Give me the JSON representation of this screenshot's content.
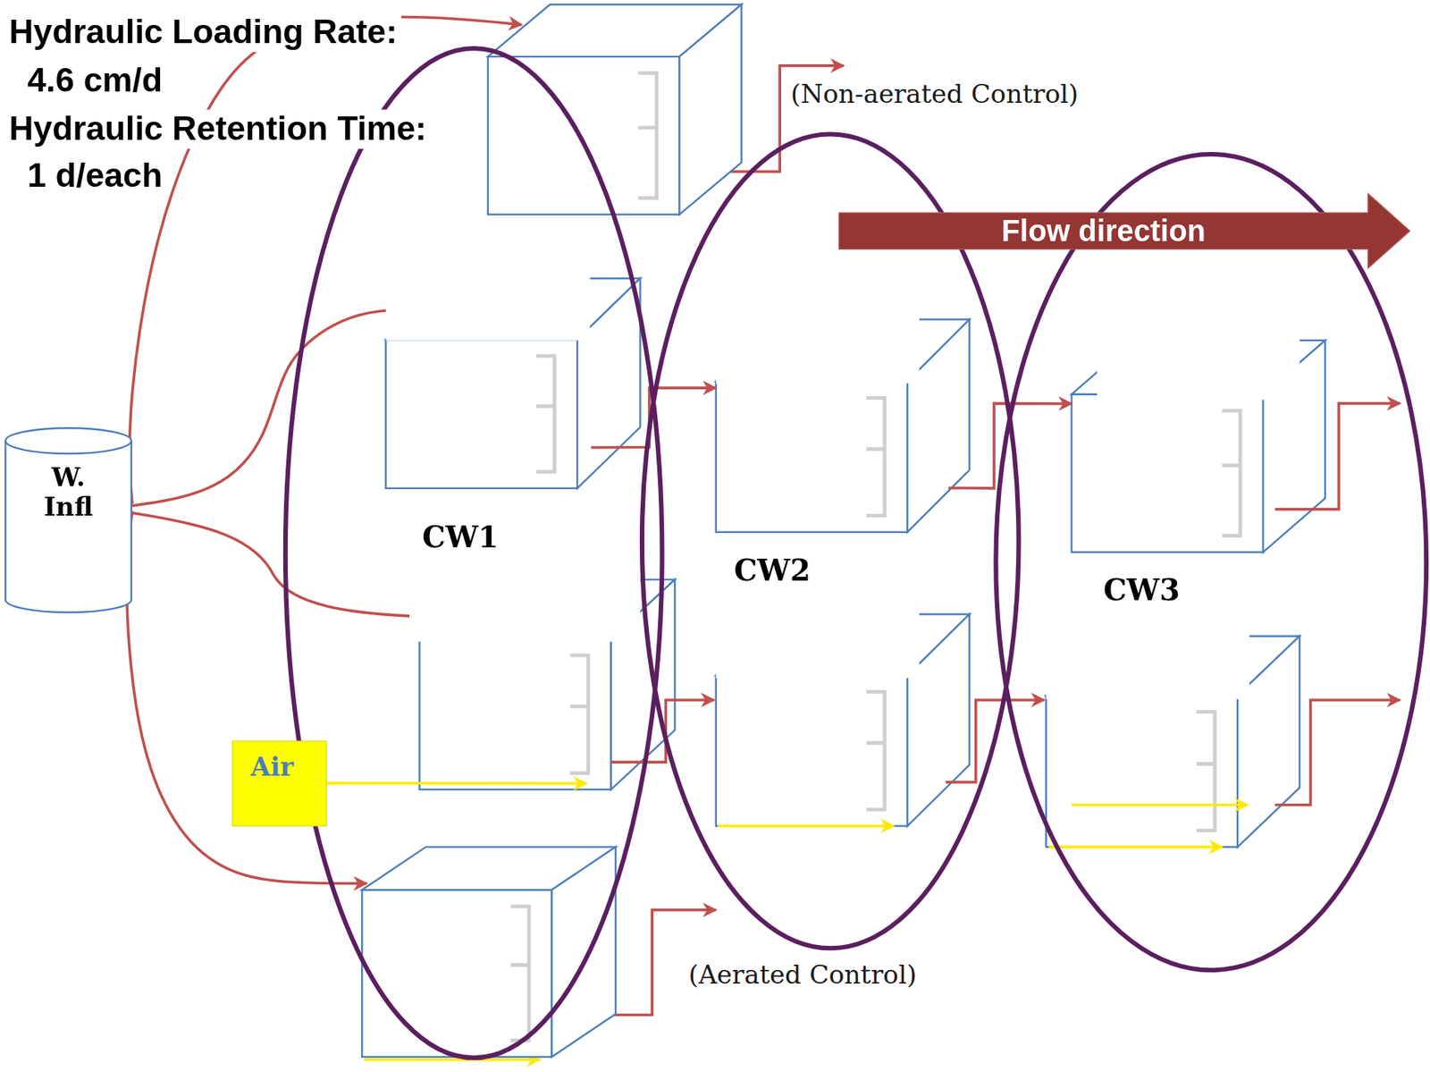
{
  "diagram": {
    "nodes": [
      {
        "text": [
          "W. Infl"
        ]
      },
      {
        "text": [
          "(Non-aerated Control)"
        ]
      },
      {
        "text": [
          "CW1"
        ]
      },
      {
        "text": [
          "Air"
        ]
      },
      {
        "text": [
          "CW2"
        ]
      },
      {
        "text": [
          "CW3"
        ]
      },
      {
        "text": [
          "(Aerated Control)"
        ]
      },
      {
        "text": [
          "Flow direction"
        ]
      }
    ],
    "edges": [
      {
        "from": 0,
        "to": 1,
        "arrow": "to"
      },
      {
        "from": 0,
        "to": 2,
        "arrow": "none"
      },
      {
        "from": 0,
        "to": 6,
        "arrow": "to"
      },
      {
        "from": 3,
        "to": 2,
        "arrow": "to"
      },
      {
        "from": 2,
        "to": 4,
        "arrow": "to"
      },
      {
        "from": 4,
        "to": 5,
        "arrow": "to"
      }
    ],
    "labels": [
      "Hydraulic Loading Rate:",
      "4.6 cm/d",
      "Hydraulic Retention Time:",
      "1 d/each"
    ]
  }
}
